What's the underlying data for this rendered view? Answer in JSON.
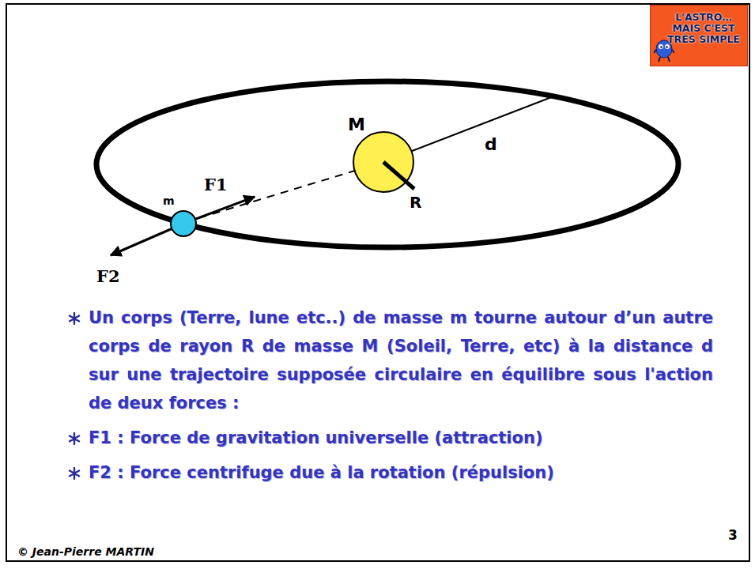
{
  "diagram": {
    "nodes": [
      {
        "text": [
          "L'ASTRO…MAIS C'EST TRÈS SIMPLE"
        ]
      }
    ],
    "labels": [
      "M",
      "d",
      "R",
      "m",
      "F1",
      "F2",
      "Un corps (Terre, lune etc..) de masse m tourne autour d’un autre corps de rayon R de masse M (Soleil, Terre, etc) à la distance d sur une trajectoire supposée circulaire en équilibre sous l'action de deux forces :",
      "F1 : Force de gravitation universelle (attraction)",
      "F2 : Force centrifuge due à la rotation (répulsion)",
      "© Jean-Pierre MARTIN",
      "3"
    ]
  }
}
